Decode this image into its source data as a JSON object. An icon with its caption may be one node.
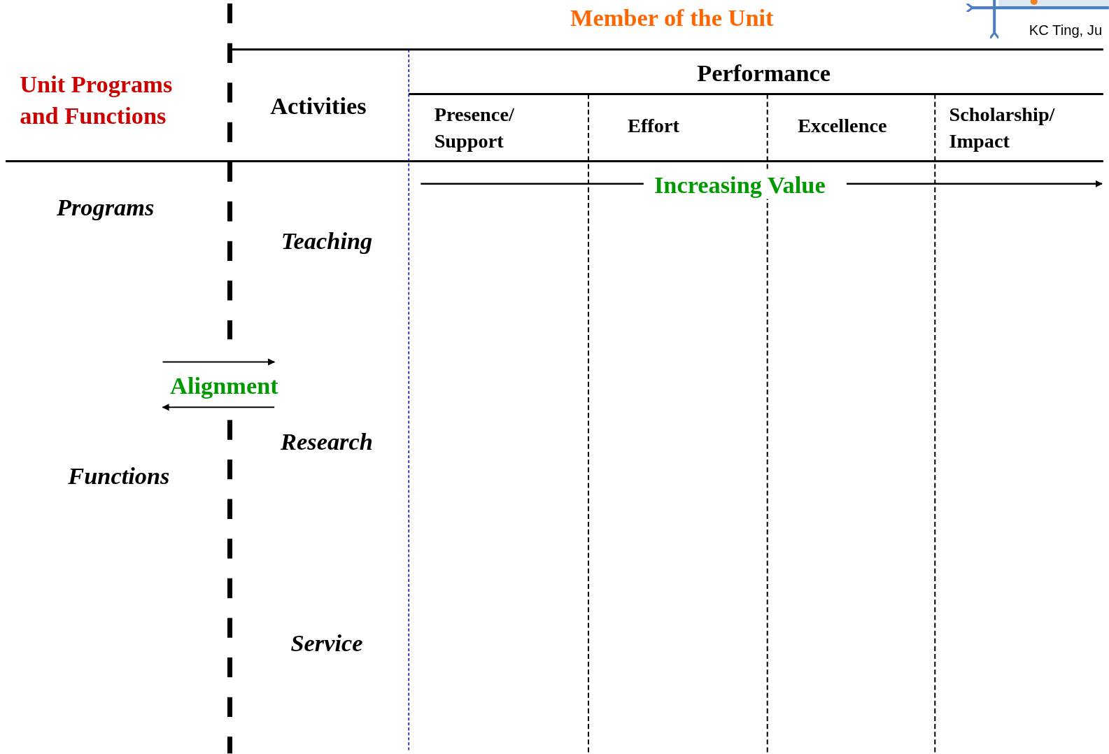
{
  "diagram": {
    "title": "Member of the Unit",
    "labels": [
      "KC Ting, Ju",
      "Unit Programs and Functions",
      "Activities",
      "Performance",
      "Presence/ Support",
      "Effort",
      "Excellence",
      "Scholarship/ Impact",
      "Increasing Value",
      "Programs",
      "Teaching",
      "Alignment",
      "Research",
      "Functions",
      "Service"
    ]
  }
}
